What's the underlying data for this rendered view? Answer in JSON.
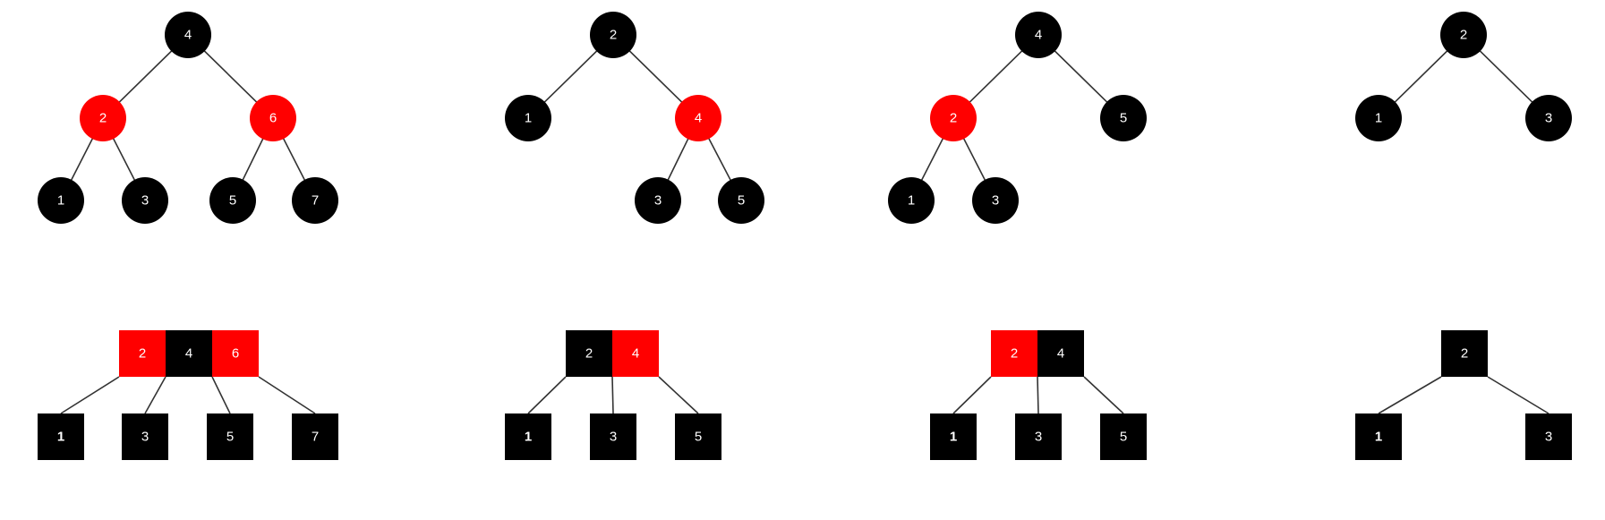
{
  "colors": {
    "black": "#000000",
    "red": "#ff0000",
    "edge": "#333333",
    "label": "#ffffff"
  },
  "rb_trees": [
    {
      "nodes": [
        {
          "id": "n4",
          "label": "4",
          "color": "black"
        },
        {
          "id": "n2",
          "label": "2",
          "color": "red"
        },
        {
          "id": "n6",
          "label": "6",
          "color": "red"
        },
        {
          "id": "n1",
          "label": "1",
          "color": "black"
        },
        {
          "id": "n3",
          "label": "3",
          "color": "black"
        },
        {
          "id": "n5",
          "label": "5",
          "color": "black"
        },
        {
          "id": "n7",
          "label": "7",
          "color": "black"
        }
      ],
      "edges": [
        [
          "n4",
          "n2"
        ],
        [
          "n4",
          "n6"
        ],
        [
          "n2",
          "n1"
        ],
        [
          "n2",
          "n3"
        ],
        [
          "n6",
          "n5"
        ],
        [
          "n6",
          "n7"
        ]
      ]
    },
    {
      "nodes": [
        {
          "id": "n2",
          "label": "2",
          "color": "black"
        },
        {
          "id": "n1",
          "label": "1",
          "color": "black"
        },
        {
          "id": "n4",
          "label": "4",
          "color": "red"
        },
        {
          "id": "n3",
          "label": "3",
          "color": "black"
        },
        {
          "id": "n5",
          "label": "5",
          "color": "black"
        }
      ],
      "edges": [
        [
          "n2",
          "n1"
        ],
        [
          "n2",
          "n4"
        ],
        [
          "n4",
          "n3"
        ],
        [
          "n4",
          "n5"
        ]
      ]
    },
    {
      "nodes": [
        {
          "id": "n4",
          "label": "4",
          "color": "black"
        },
        {
          "id": "n2",
          "label": "2",
          "color": "red"
        },
        {
          "id": "n5",
          "label": "5",
          "color": "black"
        },
        {
          "id": "n1",
          "label": "1",
          "color": "black"
        },
        {
          "id": "n3",
          "label": "3",
          "color": "black"
        }
      ],
      "edges": [
        [
          "n4",
          "n2"
        ],
        [
          "n4",
          "n5"
        ],
        [
          "n2",
          "n1"
        ],
        [
          "n2",
          "n3"
        ]
      ]
    },
    {
      "nodes": [
        {
          "id": "n2",
          "label": "2",
          "color": "black"
        },
        {
          "id": "n1",
          "label": "1",
          "color": "black"
        },
        {
          "id": "n3",
          "label": "3",
          "color": "black"
        }
      ],
      "edges": [
        [
          "n2",
          "n1"
        ],
        [
          "n2",
          "n3"
        ]
      ]
    }
  ],
  "b_trees": [
    {
      "root_keys": [
        {
          "label": "2",
          "color": "red"
        },
        {
          "label": "4",
          "color": "black"
        },
        {
          "label": "6",
          "color": "red"
        }
      ],
      "children": [
        {
          "label": "1",
          "bold": true
        },
        {
          "label": "3",
          "bold": false
        },
        {
          "label": "5",
          "bold": false
        },
        {
          "label": "7",
          "bold": false
        }
      ]
    },
    {
      "root_keys": [
        {
          "label": "2",
          "color": "black"
        },
        {
          "label": "4",
          "color": "red"
        }
      ],
      "children": [
        {
          "label": "1",
          "bold": true
        },
        {
          "label": "3",
          "bold": false
        },
        {
          "label": "5",
          "bold": false
        }
      ]
    },
    {
      "root_keys": [
        {
          "label": "2",
          "color": "red"
        },
        {
          "label": "4",
          "color": "black"
        }
      ],
      "children": [
        {
          "label": "1",
          "bold": true
        },
        {
          "label": "3",
          "bold": false
        },
        {
          "label": "5",
          "bold": false
        }
      ]
    },
    {
      "root_keys": [
        {
          "label": "2",
          "color": "black"
        }
      ],
      "children": [
        {
          "label": "1",
          "bold": true
        },
        {
          "label": "3",
          "bold": false
        }
      ]
    }
  ]
}
